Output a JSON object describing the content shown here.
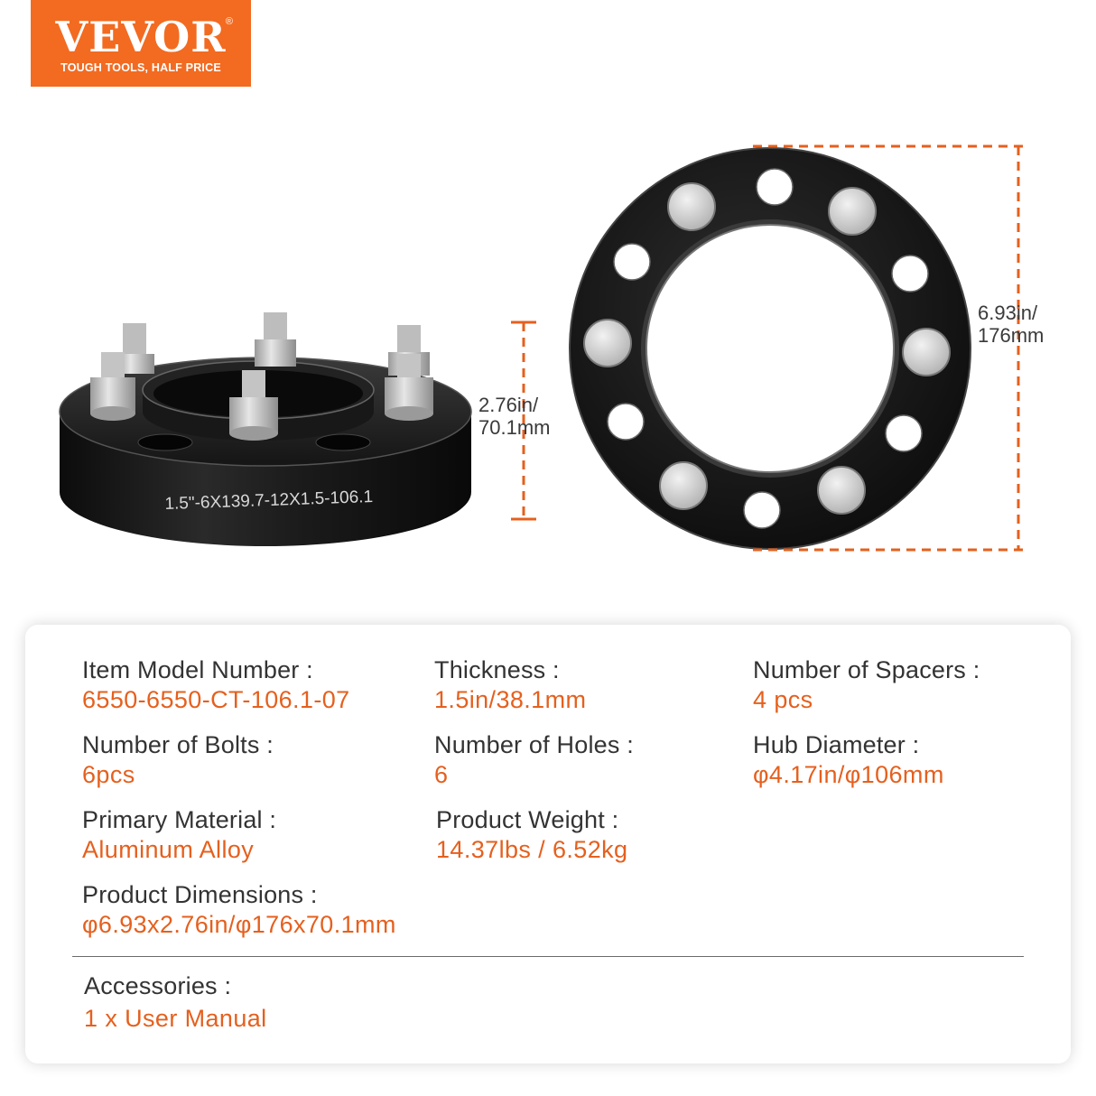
{
  "brand": {
    "name": "VEVOR",
    "registered": "®",
    "tagline": "TOUGH TOOLS, HALF PRICE",
    "color": "#f26b21"
  },
  "product_image": {
    "side_engraving": "1.5\"-6X139.7-12X1.5-106.1",
    "thickness_dimension": [
      "2.76in/",
      "70.1mm"
    ],
    "diameter_dimension": [
      "6.93in/",
      "176mm"
    ],
    "dimension_line_color": "#e5601e"
  },
  "specs": {
    "model_number": {
      "label": "Item Model Number :",
      "value": "6550-6550-CT-106.1-07"
    },
    "thickness": {
      "label": "Thickness :",
      "value": "1.5in/38.1mm"
    },
    "spacers": {
      "label": "Number of Spacers :",
      "value": "4 pcs"
    },
    "bolts": {
      "label": "Number of Bolts :",
      "value": "6pcs"
    },
    "holes": {
      "label": "Number of Holes :",
      "value": "6"
    },
    "hub_diameter": {
      "label": "Hub Diameter :",
      "value": "φ4.17in/φ106mm"
    },
    "material": {
      "label": "Primary Material :",
      "value": "Aluminum  Alloy"
    },
    "weight": {
      "label": "Product Weight :",
      "value": "14.37lbs / 6.52kg"
    },
    "dimensions": {
      "label": "Product Dimensions :",
      "value": "φ6.93x2.76in/φ176x70.1mm"
    },
    "accessories": {
      "label": "Accessories :",
      "value": "1  x User Manual"
    }
  },
  "colors": {
    "value_text": "#e5601e",
    "label_text": "#333333"
  }
}
